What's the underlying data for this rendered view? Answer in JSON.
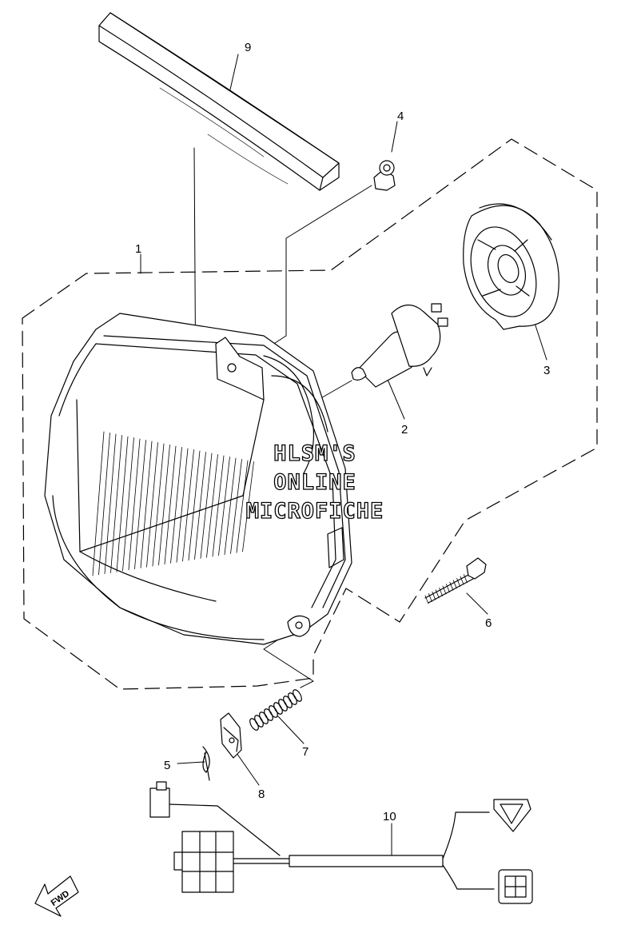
{
  "callouts": {
    "c1": "1",
    "c2": "2",
    "c3": "3",
    "c4": "4",
    "c5": "5",
    "c6": "6",
    "c7": "7",
    "c8": "8",
    "c9": "9",
    "c10": "10"
  },
  "watermark": {
    "line1": "HLSM'S",
    "line2": "ONLINE",
    "line3": "MICROFICHE"
  },
  "direction_label": "FWD"
}
